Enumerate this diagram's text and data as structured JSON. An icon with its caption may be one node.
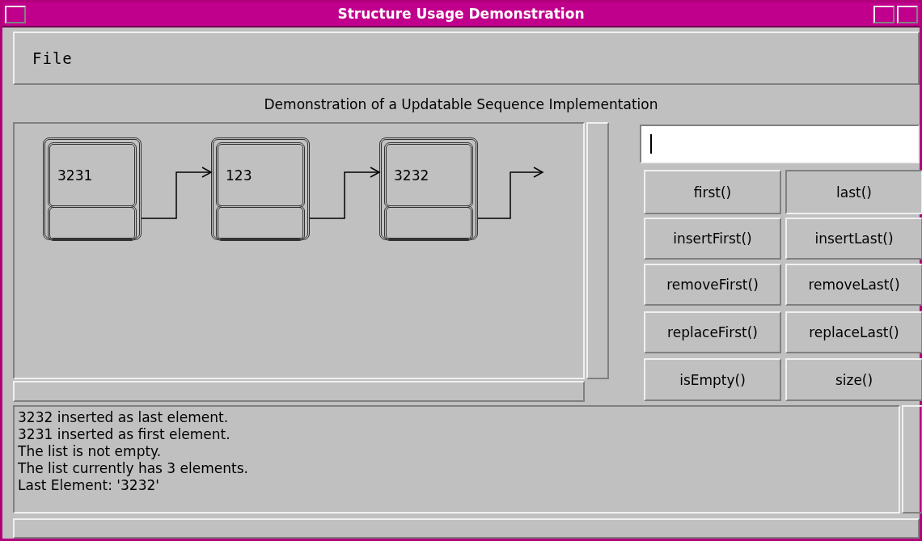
{
  "diagram": {
    "title": "Structure Usage Demonstration",
    "nodes": [
      {
        "text": [
          "3231"
        ]
      },
      {
        "text": [
          "123"
        ]
      },
      {
        "text": [
          "3232"
        ]
      }
    ],
    "edges": [
      {
        "from": 0,
        "to": 1,
        "arrow": "to"
      },
      {
        "from": 1,
        "to": 2,
        "arrow": "to"
      },
      {
        "from": 2,
        "to": null,
        "arrow": "to"
      }
    ],
    "labels": [
      "File",
      "Demonstration of a Updatable Sequence Implementation",
      "first()",
      "last()",
      "insertFirst()",
      "insertLast()",
      "removeFirst()",
      "removeLast()",
      "replaceFirst()",
      "replaceLast()",
      "isEmpty()",
      "size()",
      "3232 inserted as last element.",
      "3231 inserted as first element.",
      "The list is not empty.",
      "The list currently has 3 elements.",
      "Last Element: '3232'"
    ]
  }
}
